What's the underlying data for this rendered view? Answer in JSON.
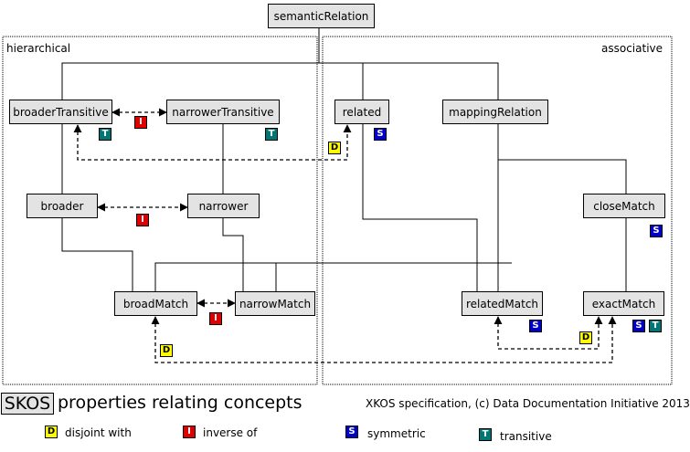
{
  "nodes": {
    "semantic_relation": "semanticRelation",
    "broader_transitive": "broaderTransitive",
    "narrower_transitive": "narrowerTransitive",
    "related": "related",
    "mapping_relation": "mappingRelation",
    "broader": "broader",
    "narrower": "narrower",
    "close_match": "closeMatch",
    "broad_match": "broadMatch",
    "narrow_match": "narrowMatch",
    "related_match": "relatedMatch",
    "exact_match": "exactMatch"
  },
  "regions": {
    "hierarchical": "hierarchical",
    "associative": "associative"
  },
  "badges": {
    "disjoint": "D",
    "inverse": "I",
    "symmetric": "S",
    "transitive": "T"
  },
  "colors": {
    "node_fill": "#e3e3e3",
    "disjoint": "#ffff00",
    "inverse": "#e00000",
    "symmetric": "#0000cc",
    "transitive": "#007777"
  },
  "footer": {
    "title_box": "SKOS",
    "title_rest": "properties relating concepts",
    "credit": "XKOS specification, (c) Data Documentation Initiative 2013"
  },
  "legend": {
    "disjoint_with": "disjoint with",
    "inverse_of": "inverse of",
    "symmetric": "symmetric",
    "transitive": "transitive"
  }
}
